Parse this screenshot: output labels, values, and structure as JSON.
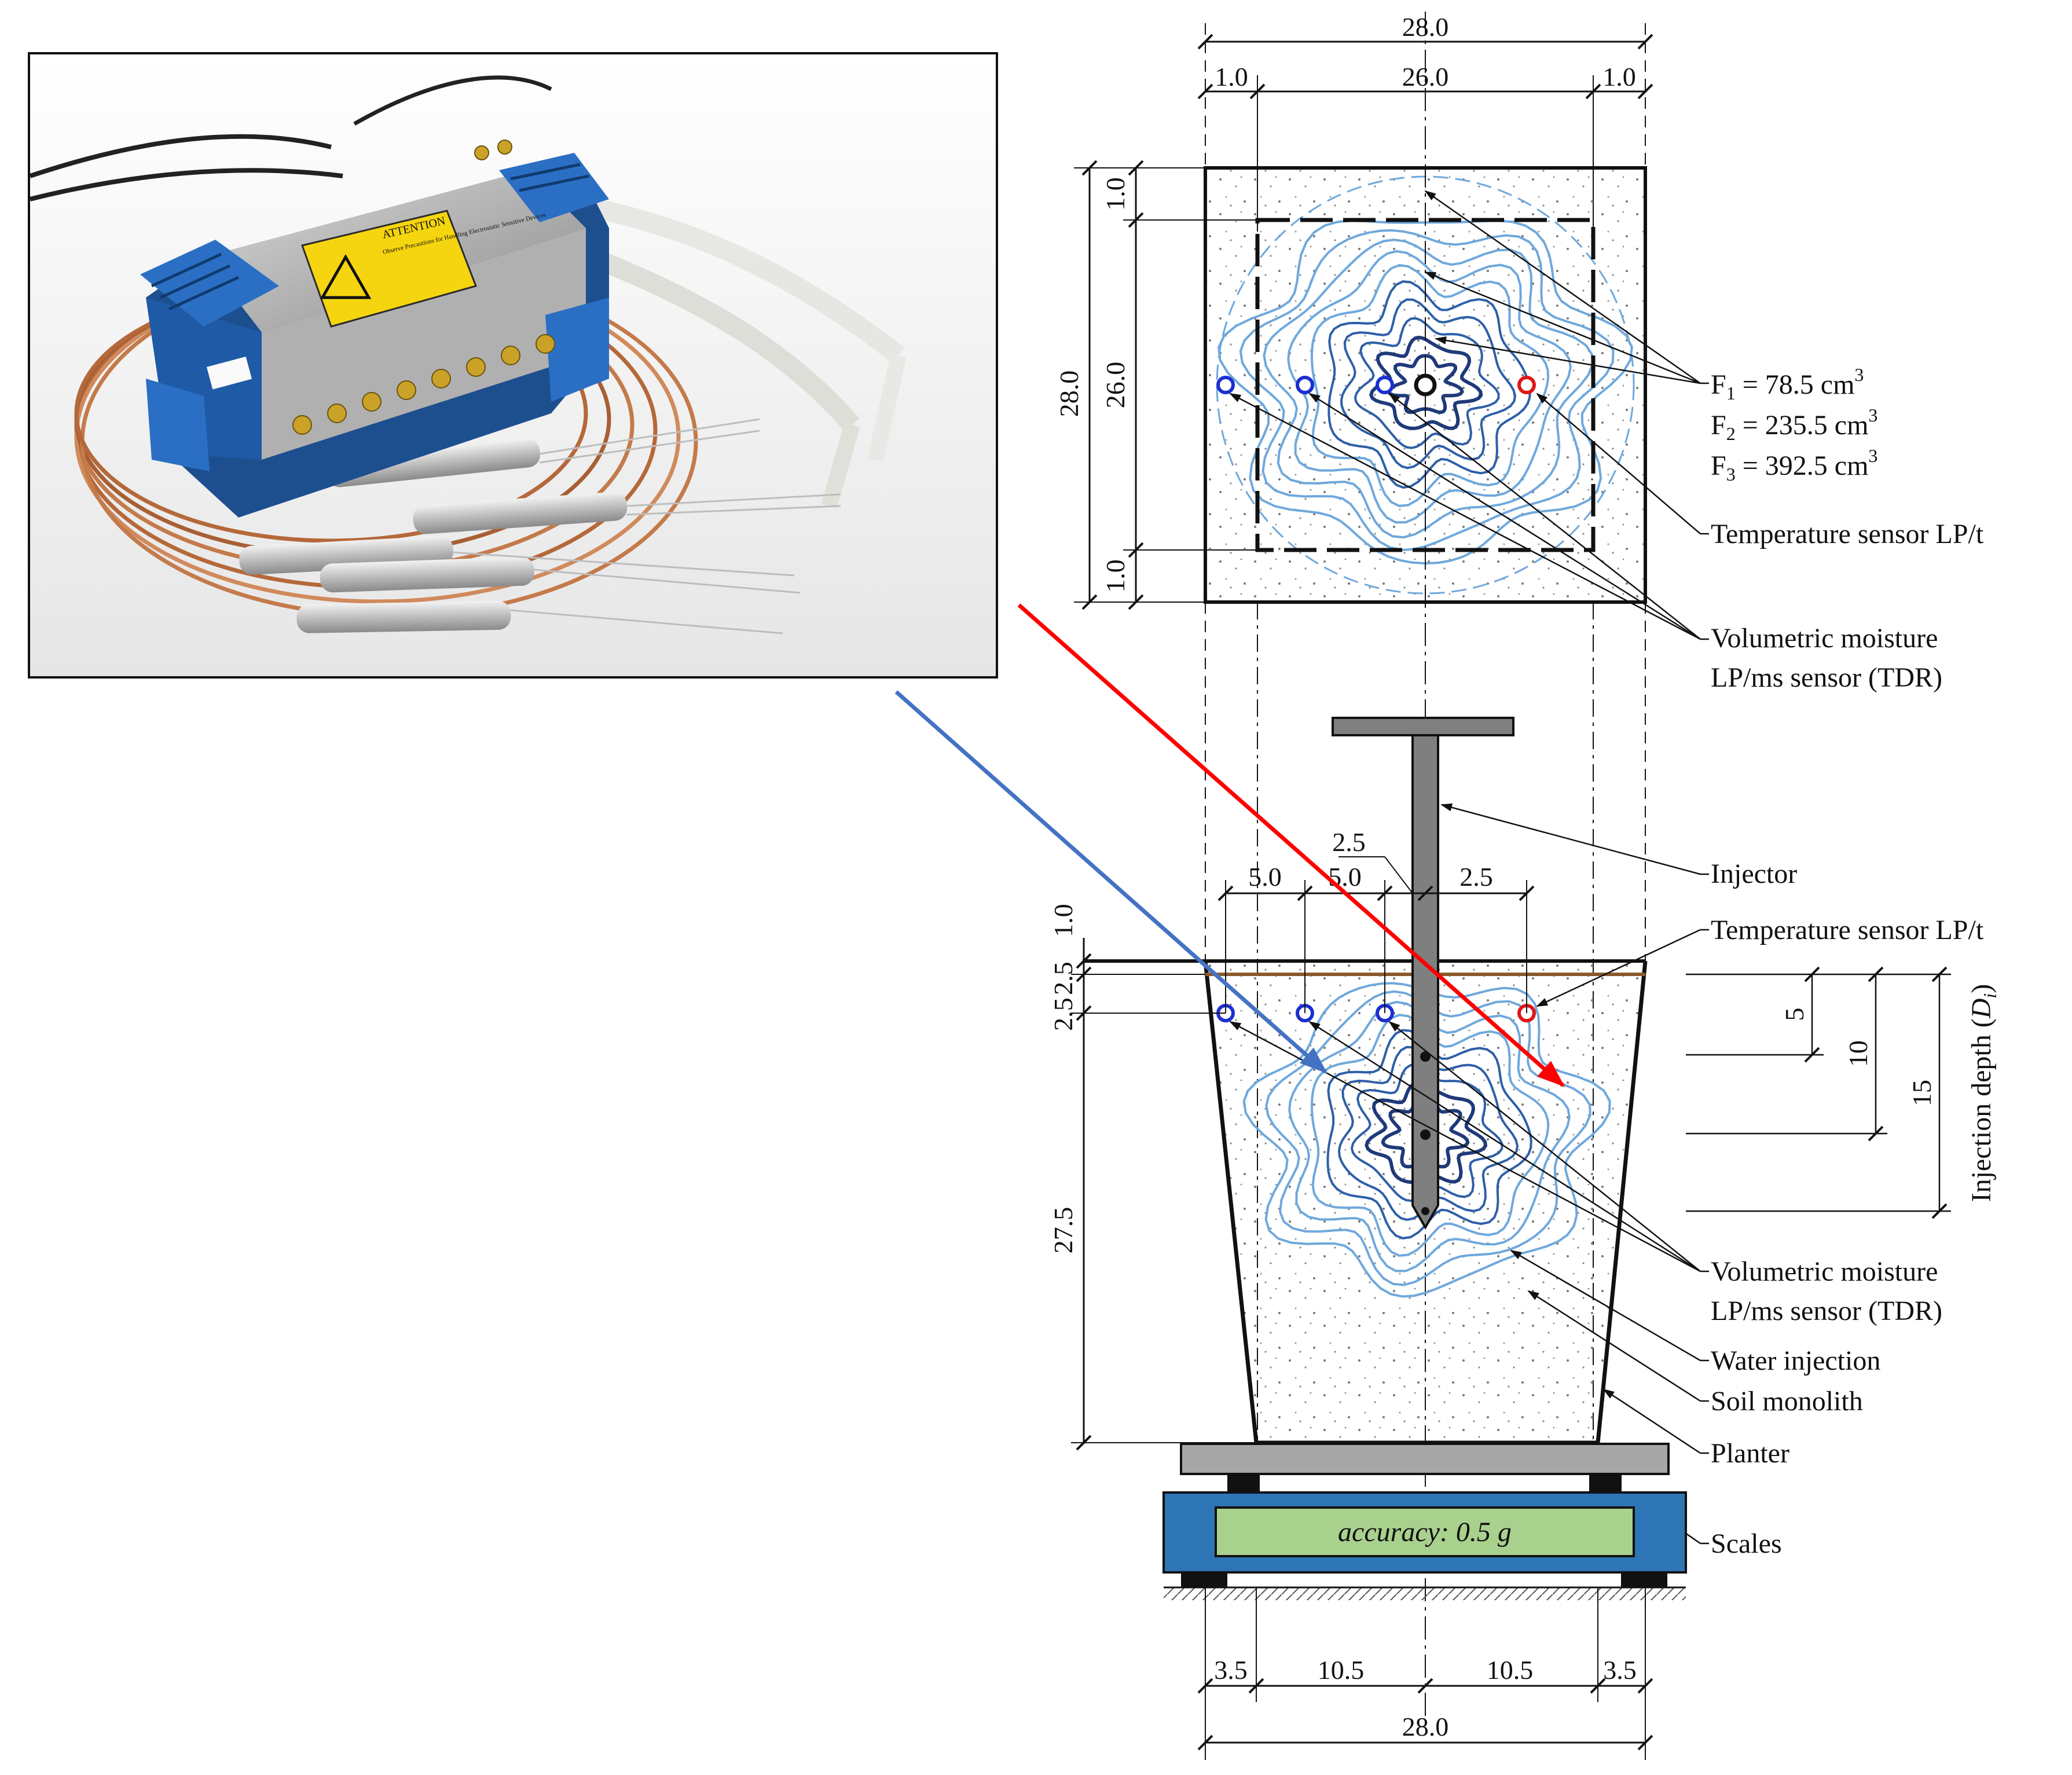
{
  "photo": {
    "box_label": "ATTENTION",
    "warning_text": "Observe Precautions for Handling Electrostatic Sensitive Devices"
  },
  "top_view": {
    "width_total": "28.0",
    "width_margin_left": "1.0",
    "width_inner": "26.0",
    "width_margin_right": "1.0",
    "height_total": "28.0",
    "height_margin_top": "1.0",
    "height_inner": "26.0",
    "height_margin_bottom": "1.0",
    "F1_label": "F",
    "F1_sub": "1",
    "F1_value": " = 78.5 cm",
    "F2_label": "F",
    "F2_sub": "2",
    "F2_value": " = 235.5 cm",
    "F3_label": "F",
    "F3_sub": "3",
    "F3_value": " = 392.5 cm",
    "unit_exp": "3",
    "temp_sensor_label": "Temperature sensor LP/t",
    "moisture_label_1": "Volumetric moisture",
    "moisture_label_2": "LP/ms sensor (TDR)"
  },
  "side_view": {
    "injector_label": "Injector",
    "temp_sensor_label": "Temperature sensor LP/t",
    "spacing_1": "5.0",
    "spacing_2": "5.0",
    "spacing_3": "2.5",
    "spacing_4": "2.5",
    "top_offset": "1.0",
    "sensor_depth": "2.5",
    "soil_height": "27.5",
    "depth_5": "5",
    "depth_10": "10",
    "depth_15": "15",
    "injection_depth_label": "Injection depth (",
    "injection_depth_symbol": "D",
    "injection_depth_sub": "i",
    "injection_depth_close": ")",
    "moisture_label_1": "Volumetric moisture",
    "moisture_label_2": "LP/ms sensor (TDR)",
    "water_injection_label": "Water injection",
    "soil_monolith_label": "Soil monolith",
    "planter_label": "Planter",
    "scales_label": "Scales",
    "accuracy_label": "accuracy: 0.5 g",
    "base_1": "3.5",
    "base_2": "10.5",
    "base_3": "10.5",
    "base_4": "3.5",
    "base_total": "28.0"
  },
  "colors": {
    "temp_sensor": "#e01515",
    "moisture_sensor": "#1a2fd0",
    "blue_arrow": "#4472c4",
    "red_arrow": "#ff0000",
    "scale_blue": "#2e75b6",
    "scale_display": "#a9d18e",
    "planter_plate": "#a6a6a6",
    "contour_dark": "#1f3a7a",
    "contour_mid": "#2e5fa8",
    "contour_light": "#6fa8dc"
  }
}
